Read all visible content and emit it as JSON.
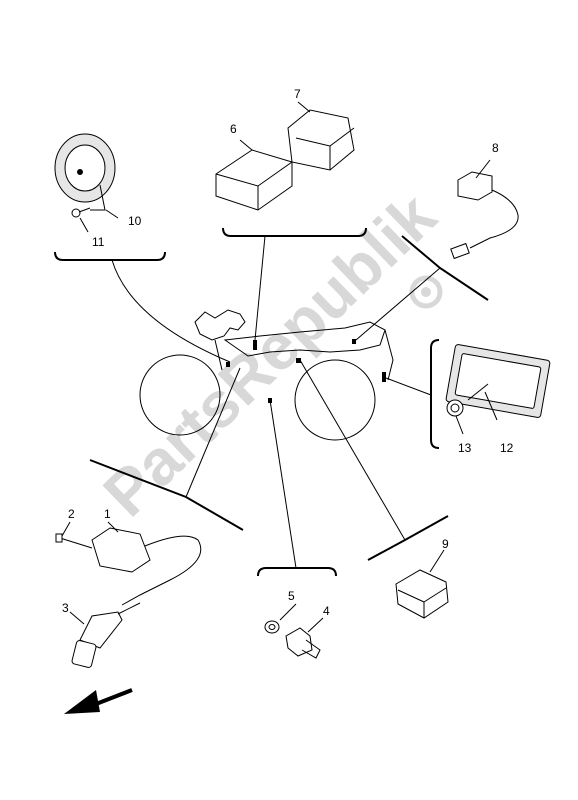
{
  "watermark": "PartsRepublik",
  "callouts": [
    {
      "id": "1",
      "text": "1"
    },
    {
      "id": "2",
      "text": "2"
    },
    {
      "id": "3",
      "text": "3"
    },
    {
      "id": "4",
      "text": "4"
    },
    {
      "id": "5",
      "text": "5"
    },
    {
      "id": "6",
      "text": "6"
    },
    {
      "id": "7",
      "text": "7"
    },
    {
      "id": "8",
      "text": "8"
    },
    {
      "id": "9",
      "text": "9"
    },
    {
      "id": "10",
      "text": "10"
    },
    {
      "id": "11",
      "text": "11"
    },
    {
      "id": "12",
      "text": "12"
    },
    {
      "id": "13",
      "text": "13"
    }
  ],
  "icons": {
    "direction_arrow": "front-arrow-icon",
    "watermark_gear": "gear-icon"
  }
}
